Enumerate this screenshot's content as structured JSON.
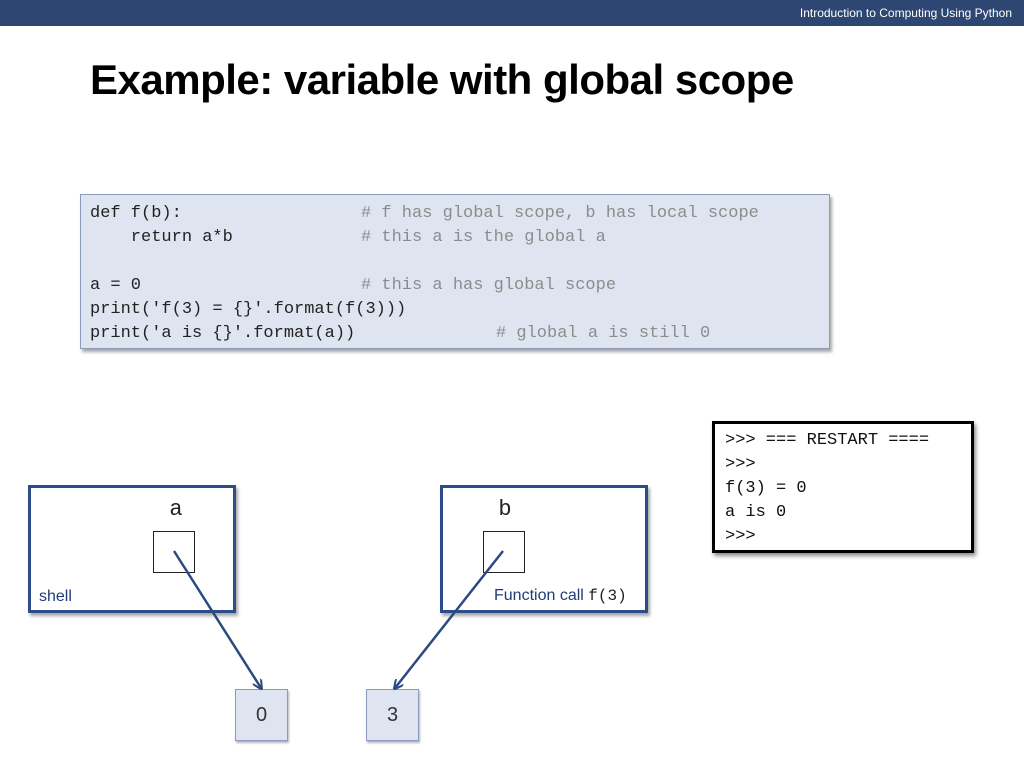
{
  "header": {
    "course": "Introduction to Computing Using Python"
  },
  "slide": {
    "title": "Example: variable with global scope"
  },
  "code": {
    "lines": [
      {
        "code": "def f(b):",
        "comment": "# f has global scope, b has local scope"
      },
      {
        "code": "    return a*b",
        "comment": "# this a is the global a"
      },
      {
        "code": "",
        "comment": ""
      },
      {
        "code": "a = 0",
        "comment": "# this a has global scope"
      },
      {
        "code": "print('f(3) = {}'.format(f(3)))",
        "comment": ""
      },
      {
        "code": "print('a is {}'.format(a))",
        "comment": "# global a is still 0"
      }
    ]
  },
  "shell_output": {
    "lines": [
      ">>> === RESTART ====",
      ">>>",
      "f(3) = 0",
      "a is 0",
      ">>>"
    ]
  },
  "frames": {
    "shell": {
      "var": "a",
      "label": "shell"
    },
    "function": {
      "var": "b",
      "label": "Function call ",
      "label_code": "f(3)"
    }
  },
  "objects": {
    "zero": "0",
    "three": "3"
  },
  "colors": {
    "header": "#2d4672",
    "frame_border": "#2d4d8a",
    "code_bg": "#dfe5f0",
    "arrow": "#2b4a80"
  }
}
